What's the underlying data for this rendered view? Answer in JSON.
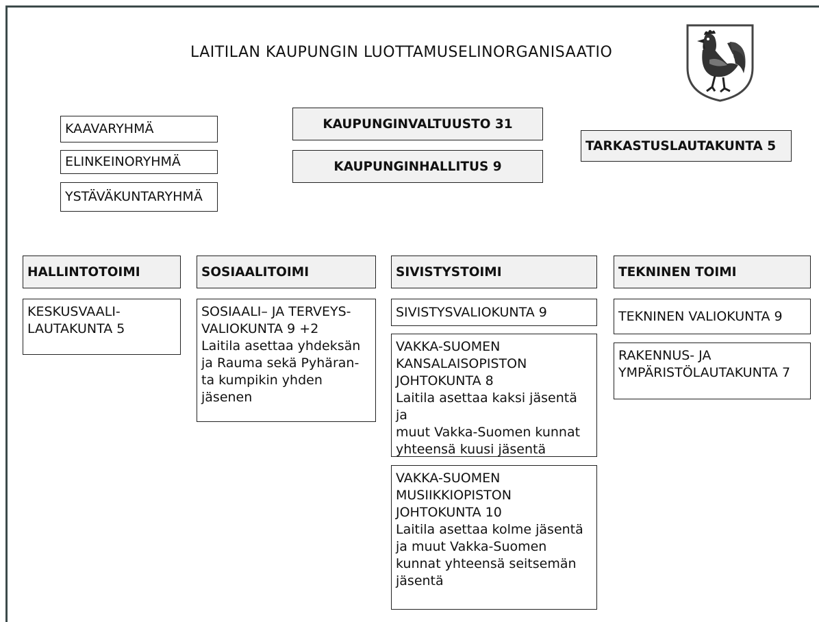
{
  "title": "LAITILAN KAUPUNGIN LUOTTAMUSELINORGANISAATIO",
  "crest_icon": "rooster-coat-of-arms",
  "working_groups": [
    "KAAVARYHMÄ",
    "ELINKEINORYHMÄ",
    "YSTÄVÄKUNTARYHMÄ"
  ],
  "council": "KAUPUNGINVALTUUSTO 31",
  "board": "KAUPUNGINHALLITUS 9",
  "audit": "TARKASTUSLAUTAKUNTA 5",
  "departments": {
    "hallinto": {
      "title": "HALLINTOTOIMI",
      "bodies": [
        "KESKUSVAALI-\nLAUTAKUNTA 5"
      ]
    },
    "sosiaali": {
      "title": "SOSIAALITOIMI",
      "bodies": [
        "SOSIAALI– JA TERVEYS-\nVALIOKUNTA 9 +2\nLaitila asettaa yhdeksän\nja Rauma  sekä Pyhäran-\nta  kumpikin yhden\njäsenen"
      ]
    },
    "sivistys": {
      "title": "SIVISTYSTOIMI",
      "bodies": [
        "SIVISTYSVALIOKUNTA 9",
        "VAKKA-SUOMEN\nKANSALAISOPISTON\nJOHTOKUNTA 8\nLaitila asettaa kaksi jäsentä ja\nmuut Vakka-Suomen kunnat\nyhteensä kuusi jäsentä",
        "VAKKA-SUOMEN\nMUSIIKKIOPISTON\nJOHTOKUNTA 10\nLaitila asettaa kolme jäsentä\nja muut Vakka-Suomen\nkunnat yhteensä seitsemän\njäsentä"
      ]
    },
    "tekninen": {
      "title": "TEKNINEN TOIMI",
      "bodies": [
        "TEKNINEN VALIOKUNTA 9",
        "RAKENNUS- JA\nYMPÄRISTÖLAUTAKUNTA 7"
      ]
    }
  }
}
